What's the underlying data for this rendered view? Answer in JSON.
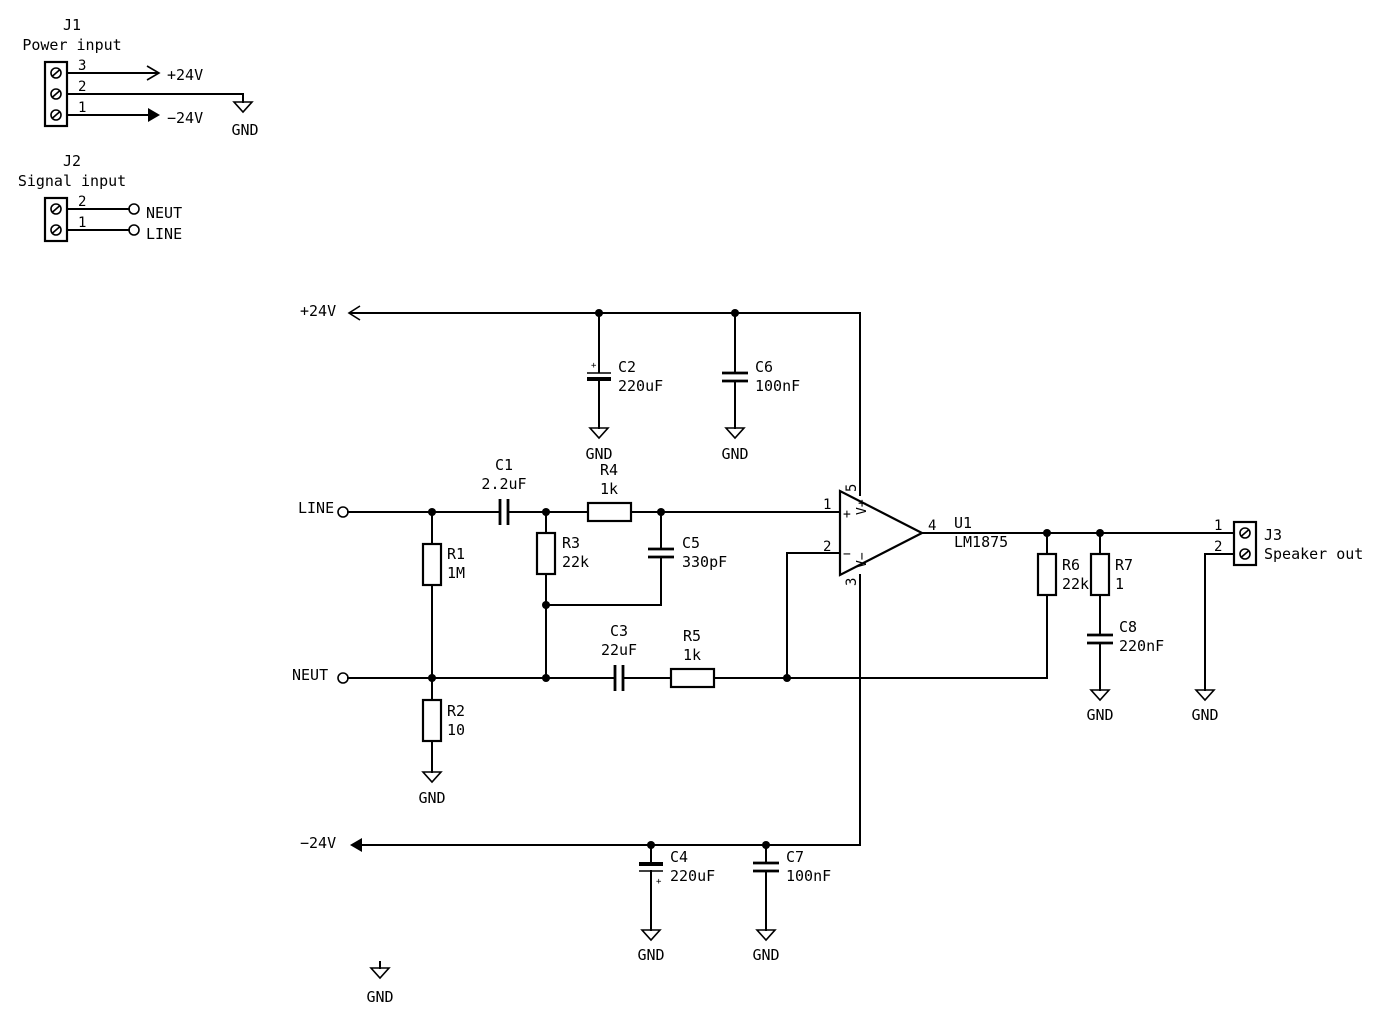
{
  "connectors": {
    "j1": {
      "ref": "J1",
      "desc": "Power input",
      "pin3": "3",
      "pin2": "2",
      "pin1": "1",
      "net3": "+24V",
      "net1": "−24V",
      "gnd": "GND"
    },
    "j2": {
      "ref": "J2",
      "desc": "Signal input",
      "pin2": "2",
      "pin1": "1",
      "net2": "NEUT",
      "net1": "LINE"
    },
    "j3": {
      "ref": "J3",
      "desc": "Speaker out",
      "pin1": "1",
      "pin2": "2"
    }
  },
  "nets": {
    "pos_rail": "+24V",
    "neg_rail": "−24V",
    "line": "LINE",
    "neut": "NEUT",
    "gnd": "GND"
  },
  "components": {
    "c1": {
      "ref": "C1",
      "value": "2.2uF"
    },
    "c2": {
      "ref": "C2",
      "value": "220uF"
    },
    "c3": {
      "ref": "C3",
      "value": "22uF"
    },
    "c4": {
      "ref": "C4",
      "value": "220uF"
    },
    "c5": {
      "ref": "C5",
      "value": "330pF"
    },
    "c6": {
      "ref": "C6",
      "value": "100nF"
    },
    "c7": {
      "ref": "C7",
      "value": "100nF"
    },
    "c8": {
      "ref": "C8",
      "value": "220nF"
    },
    "r1": {
      "ref": "R1",
      "value": "1M"
    },
    "r2": {
      "ref": "R2",
      "value": "10"
    },
    "r3": {
      "ref": "R3",
      "value": "22k"
    },
    "r4": {
      "ref": "R4",
      "value": "1k"
    },
    "r5": {
      "ref": "R5",
      "value": "1k"
    },
    "r6": {
      "ref": "R6",
      "value": "22k"
    },
    "r7": {
      "ref": "R7",
      "value": "1"
    }
  },
  "opamp": {
    "ref": "U1",
    "value": "LM1875",
    "pin1": "1",
    "pin2": "2",
    "pin3": "3",
    "pin4": "4",
    "pin5": "5",
    "plus": "+",
    "minus": "−",
    "vplus": "V+",
    "vminus": "V−"
  },
  "polarity_mark": "+"
}
